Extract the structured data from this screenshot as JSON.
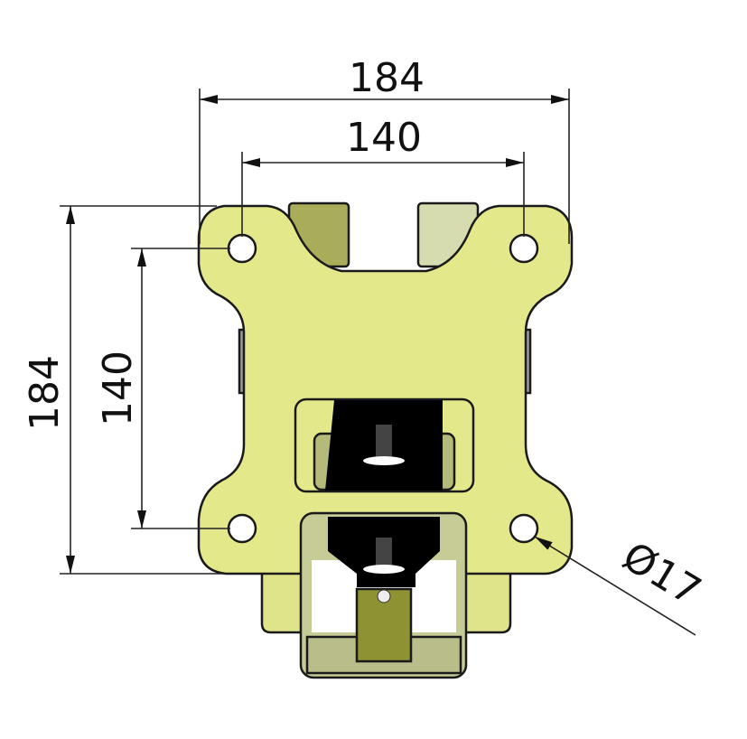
{
  "drawing": {
    "plate_color": "#e3e88a",
    "dimensions": {
      "top_outer": "184",
      "top_inner": "140",
      "left_outer": "184",
      "left_inner": "140",
      "hole_diameter": "Ø17"
    }
  }
}
